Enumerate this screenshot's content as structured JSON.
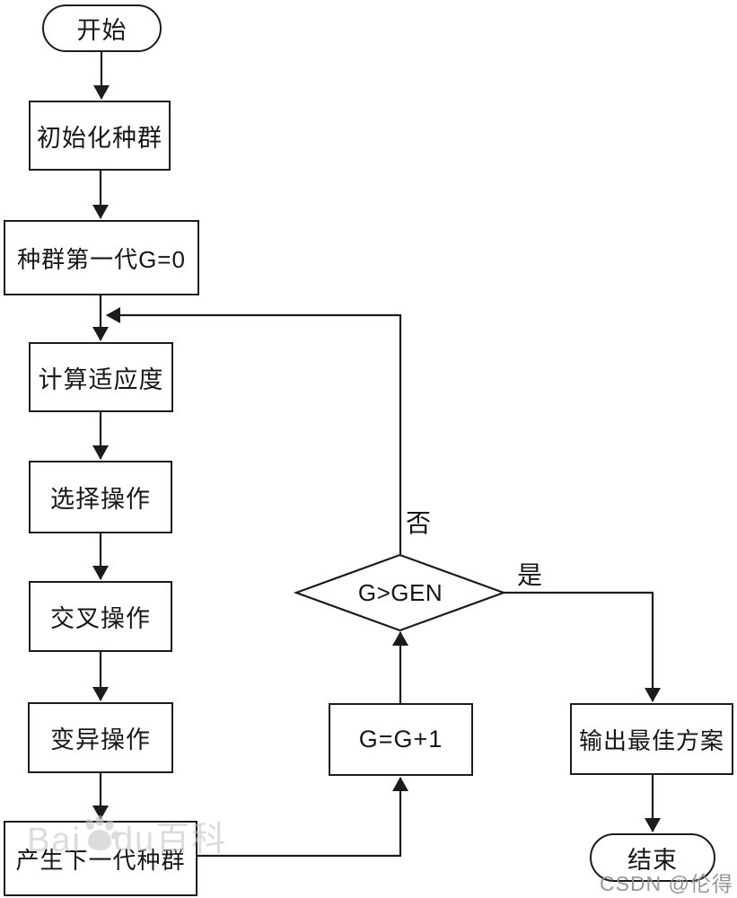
{
  "nodes": {
    "start": "开始",
    "init_population": "初始化种群",
    "first_generation": "种群第一代G=0",
    "fitness": "计算适应度",
    "selection": "选择操作",
    "crossover": "交叉操作",
    "mutation": "变异操作",
    "next_generation": "产生下一代种群",
    "decision": "G>GEN",
    "increment": "G=G+1",
    "output": "输出最佳方案",
    "end": "结束"
  },
  "edge_labels": {
    "no": "否",
    "yes": "是"
  },
  "watermarks": {
    "baidu_left": "Bai",
    "baidu_right": "du百科",
    "csdn": "CSDN @伦得萌"
  },
  "colors": {
    "line": "#1c1c1c",
    "background": "#ffffff",
    "baidu_watermark": "#c6c6c6",
    "csdn_watermark": "#8d8d8d"
  }
}
